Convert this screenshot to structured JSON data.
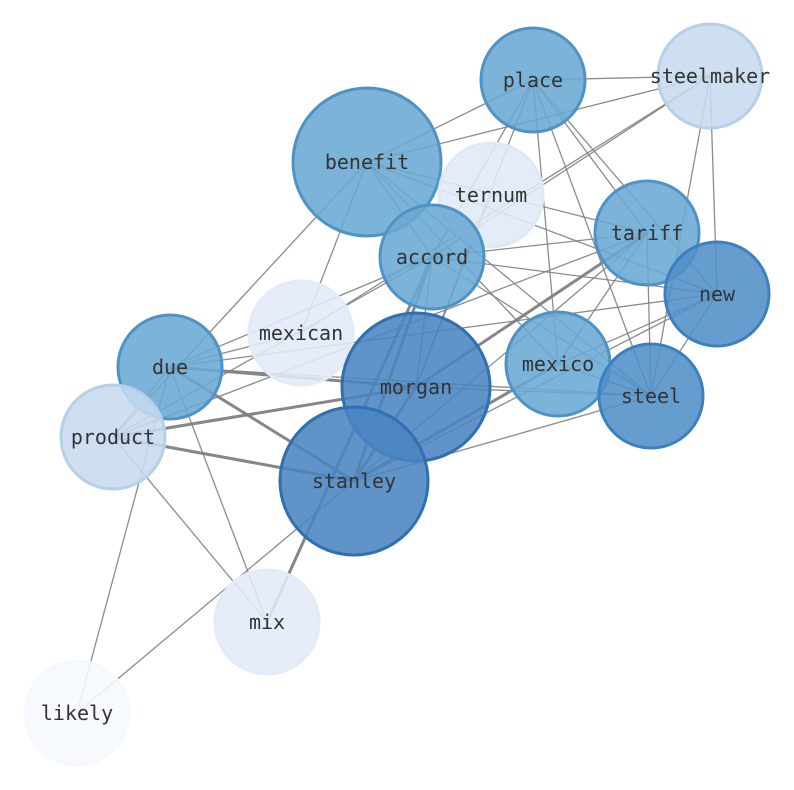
{
  "graph": {
    "nodes": [
      {
        "id": "place",
        "label": "place",
        "color": "#6aa8d4",
        "stroke": "#4f93c6"
      },
      {
        "id": "steelmaker",
        "label": "steelmaker",
        "color": "#c6dbef",
        "stroke": "#b6d0ea"
      },
      {
        "id": "benefit",
        "label": "benefit",
        "color": "#6aa8d4",
        "stroke": "#4f93c6"
      },
      {
        "id": "ternum",
        "label": "ternum",
        "color": "#dfe9f6",
        "stroke": "#dfe9f6"
      },
      {
        "id": "tariff",
        "label": "tariff",
        "color": "#6aa8d4",
        "stroke": "#4f93c6"
      },
      {
        "id": "accord",
        "label": "accord",
        "color": "#6aa8d4",
        "stroke": "#4f93c6"
      },
      {
        "id": "new",
        "label": "new",
        "color": "#5190c8",
        "stroke": "#3e80bf"
      },
      {
        "id": "mexican",
        "label": "mexican",
        "color": "#e2ebf7",
        "stroke": "#e2ebf7"
      },
      {
        "id": "mexico",
        "label": "mexico",
        "color": "#6aa8d4",
        "stroke": "#4f93c6"
      },
      {
        "id": "due",
        "label": "due",
        "color": "#6aa8d4",
        "stroke": "#4f93c6"
      },
      {
        "id": "morgan",
        "label": "morgan",
        "color": "#4a85c2",
        "stroke": "#2f6fb2"
      },
      {
        "id": "steel",
        "label": "steel",
        "color": "#5190c8",
        "stroke": "#3e80bf"
      },
      {
        "id": "product",
        "label": "product",
        "color": "#c6dbef",
        "stroke": "#b6d0ea"
      },
      {
        "id": "stanley",
        "label": "stanley",
        "color": "#4a85c2",
        "stroke": "#2f6fb2"
      },
      {
        "id": "mix",
        "label": "mix",
        "color": "#e2ebf7",
        "stroke": "#e2ebf7"
      },
      {
        "id": "likely",
        "label": "likely",
        "color": "#f5f9fe",
        "stroke": "#f5f9fe"
      }
    ],
    "edges": [
      {
        "source": "place",
        "target": "steelmaker",
        "weight": 1
      },
      {
        "source": "place",
        "target": "benefit",
        "weight": 1
      },
      {
        "source": "place",
        "target": "accord",
        "weight": 1
      },
      {
        "source": "place",
        "target": "tariff",
        "weight": 1
      },
      {
        "source": "place",
        "target": "new",
        "weight": 1
      },
      {
        "source": "place",
        "target": "steel",
        "weight": 1
      },
      {
        "source": "place",
        "target": "mexico",
        "weight": 1
      },
      {
        "source": "place",
        "target": "morgan",
        "weight": 1
      },
      {
        "source": "steelmaker",
        "target": "benefit",
        "weight": 1
      },
      {
        "source": "steelmaker",
        "target": "accord",
        "weight": 1
      },
      {
        "source": "steelmaker",
        "target": "new",
        "weight": 1
      },
      {
        "source": "steelmaker",
        "target": "steel",
        "weight": 1
      },
      {
        "source": "steelmaker",
        "target": "mexican",
        "weight": 1
      },
      {
        "source": "benefit",
        "target": "tariff",
        "weight": 1
      },
      {
        "source": "benefit",
        "target": "new",
        "weight": 1
      },
      {
        "source": "benefit",
        "target": "steel",
        "weight": 1
      },
      {
        "source": "benefit",
        "target": "mexico",
        "weight": 1
      },
      {
        "source": "benefit",
        "target": "mexican",
        "weight": 1
      },
      {
        "source": "benefit",
        "target": "product",
        "weight": 1
      },
      {
        "source": "benefit",
        "target": "accord",
        "weight": 1
      },
      {
        "source": "ternum",
        "target": "morgan",
        "weight": 1
      },
      {
        "source": "tariff",
        "target": "accord",
        "weight": 1
      },
      {
        "source": "tariff",
        "target": "steel",
        "weight": 1
      },
      {
        "source": "tariff",
        "target": "stanley",
        "weight": 1
      },
      {
        "source": "tariff",
        "target": "morgan",
        "weight": 2
      },
      {
        "source": "tariff",
        "target": "product",
        "weight": 1
      },
      {
        "source": "tariff",
        "target": "mexico",
        "weight": 1
      },
      {
        "source": "accord",
        "target": "new",
        "weight": 1
      },
      {
        "source": "accord",
        "target": "steel",
        "weight": 1
      },
      {
        "source": "accord",
        "target": "stanley",
        "weight": 2
      },
      {
        "source": "accord",
        "target": "morgan",
        "weight": 1
      },
      {
        "source": "accord",
        "target": "mix",
        "weight": 2
      },
      {
        "source": "accord",
        "target": "due",
        "weight": 1
      },
      {
        "source": "accord",
        "target": "product",
        "weight": 1
      },
      {
        "source": "new",
        "target": "steel",
        "weight": 1
      },
      {
        "source": "new",
        "target": "mexico",
        "weight": 1
      },
      {
        "source": "new",
        "target": "due",
        "weight": 1
      },
      {
        "source": "new",
        "target": "stanley",
        "weight": 1
      },
      {
        "source": "mexican",
        "target": "due",
        "weight": 1
      },
      {
        "source": "mexico",
        "target": "stanley",
        "weight": 2
      },
      {
        "source": "mexico",
        "target": "steel",
        "weight": 1
      },
      {
        "source": "due",
        "target": "morgan",
        "weight": 2
      },
      {
        "source": "due",
        "target": "stanley",
        "weight": 2
      },
      {
        "source": "due",
        "target": "mix",
        "weight": 1
      },
      {
        "source": "due",
        "target": "likely",
        "weight": 1
      },
      {
        "source": "due",
        "target": "steel",
        "weight": 1
      },
      {
        "source": "due",
        "target": "product",
        "weight": 1
      },
      {
        "source": "morgan",
        "target": "stanley",
        "weight": 2
      },
      {
        "source": "morgan",
        "target": "product",
        "weight": 2
      },
      {
        "source": "morgan",
        "target": "steel",
        "weight": 1
      },
      {
        "source": "product",
        "target": "stanley",
        "weight": 2
      },
      {
        "source": "product",
        "target": "mix",
        "weight": 1
      },
      {
        "source": "stanley",
        "target": "steel",
        "weight": 1
      },
      {
        "source": "stanley",
        "target": "likely",
        "weight": 1
      }
    ]
  }
}
